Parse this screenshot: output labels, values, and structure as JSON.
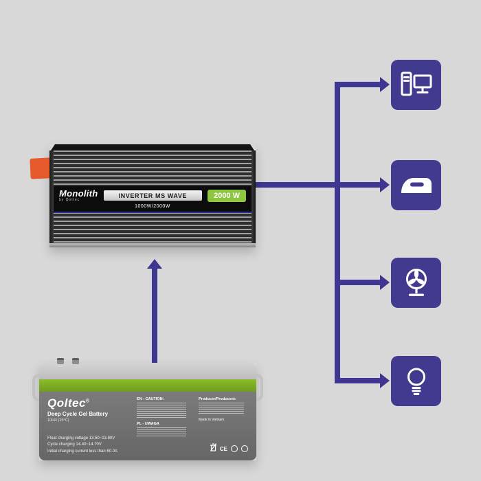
{
  "canvas": {
    "background": "#d8d8d8",
    "arrow_color": "#3e3691",
    "device_box_color": "#413a8e"
  },
  "inverter": {
    "brand": "Monolith",
    "brand_sub": "by Qoltec",
    "model": "INVERTER MS WAVE",
    "badge": "2000 W",
    "rating": "1000W/2000W",
    "badge_color": "#8ec641",
    "accent_color": "#2e3192"
  },
  "battery": {
    "brand": "Qoltec",
    "reg": "®",
    "product": "Deep Cycle Gel Battery",
    "rating": "10HR (25°C)",
    "caution_en": "EN - CAUTION:",
    "caution_pl": "PL - UWAGA",
    "producer": "Producer/Producent:",
    "made_in": "Made in Vietnam",
    "cert_ce": "CE",
    "specs": [
      "Float charging voltage 13.50~13.80V",
      "Cycle charging 14.40~14.70V",
      "Initial charging current less than 60.0A"
    ],
    "green_color": "#7fae2c"
  },
  "devices": [
    {
      "name": "computer"
    },
    {
      "name": "iron"
    },
    {
      "name": "fan"
    },
    {
      "name": "bulb"
    }
  ]
}
